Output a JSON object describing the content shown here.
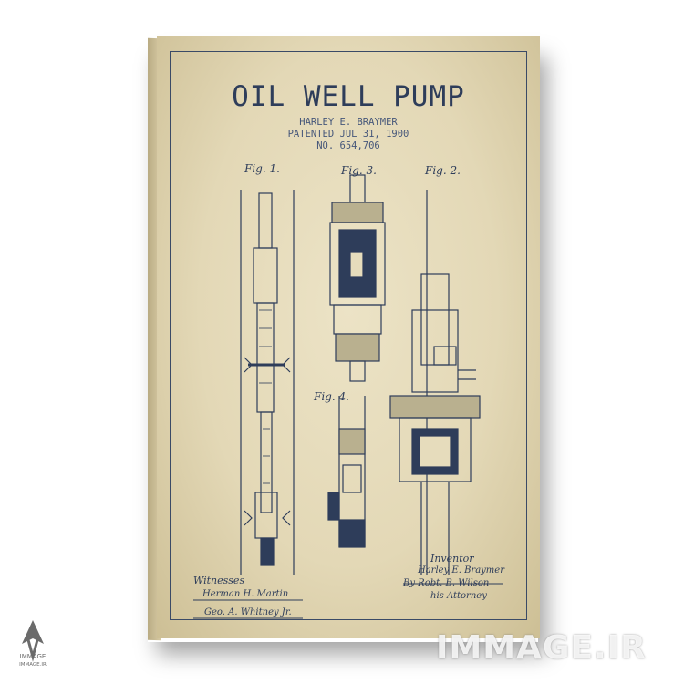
{
  "poster": {
    "title": "OIL WELL PUMP",
    "inventor_line": "HARLEY E. BRAYMER",
    "patent_date": "PATENTED JUL 31, 1900",
    "patent_no": "NO. 654,706",
    "fig1": "Fig. 1.",
    "fig2": "Fig. 2.",
    "fig3": "Fig. 3.",
    "fig4": "Fig. 4.",
    "witnesses_label": "Witnesses",
    "witness1": "Herman H. Martin",
    "witness2": "Geo. A. Whitney Jr.",
    "inventor_label": "Inventor",
    "inventor_sig": "Harley E. Braymer",
    "attorney_line": "By Robt. B. Wilson",
    "attorney_label": "his Attorney"
  },
  "watermark": {
    "text": "IMMAGE.IR",
    "logo_text": "IMMAGE",
    "logo_sub": "IMMAGE.IR"
  },
  "colors": {
    "ink": "#2e3d5a",
    "paper": "#e6dcbc",
    "frame": "#3a4a66"
  }
}
